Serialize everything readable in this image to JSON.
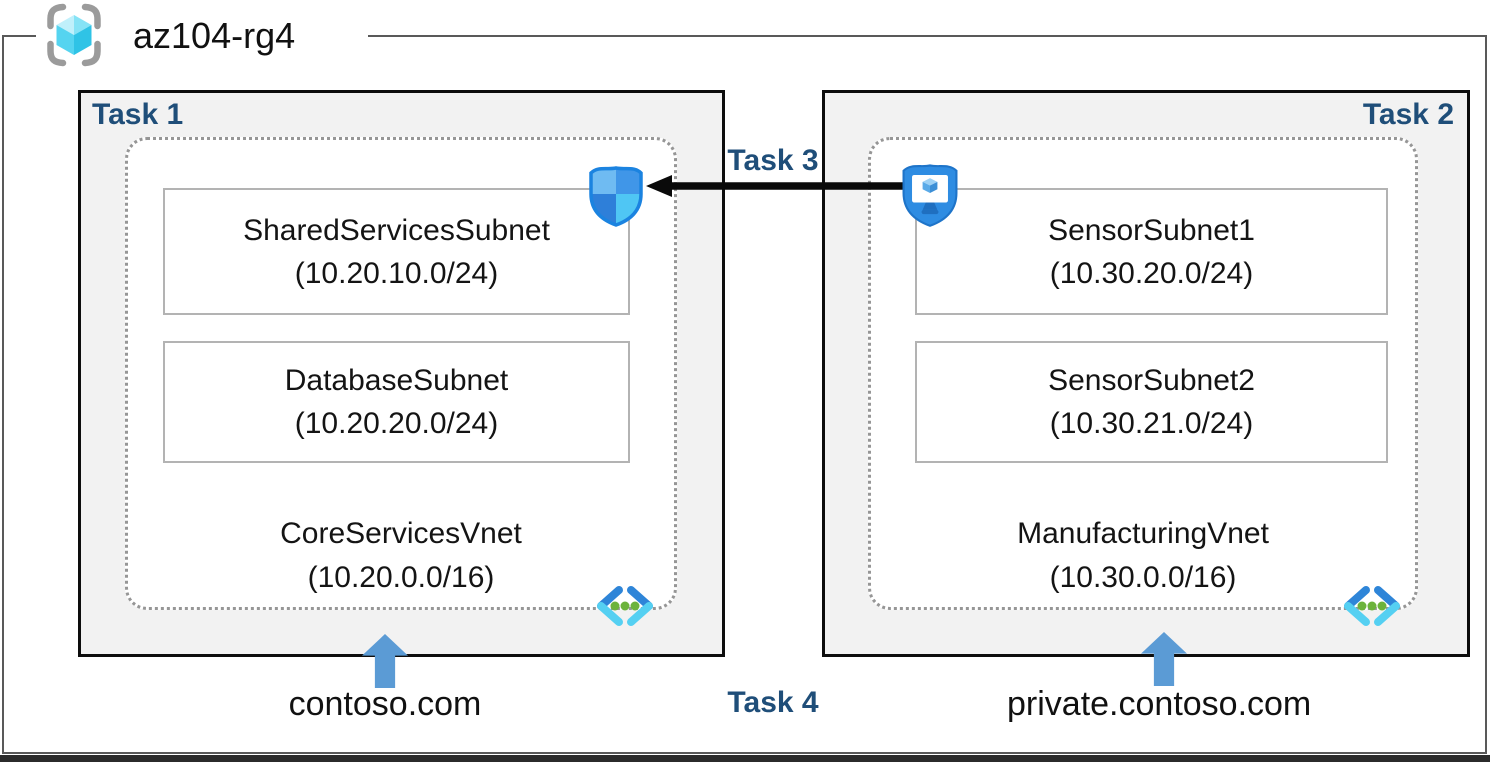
{
  "diagram": {
    "resource_group": {
      "name": "az104-rg4"
    },
    "task_labels": {
      "task1": "Task 1",
      "task2": "Task 2",
      "task3": "Task 3",
      "task4": "Task 4"
    },
    "left": {
      "vnet_name": "CoreServicesVnet",
      "vnet_cidr": "(10.20.0.0/16)",
      "subnets": [
        {
          "name": "SharedServicesSubnet",
          "cidr": "(10.20.10.0/24)"
        },
        {
          "name": "DatabaseSubnet",
          "cidr": "(10.20.20.0/24)"
        }
      ],
      "dns_zone": "contoso.com"
    },
    "right": {
      "vnet_name": "ManufacturingVnet",
      "vnet_cidr": "(10.30.0.0/16)",
      "subnets": [
        {
          "name": "SensorSubnet1",
          "cidr": "(10.30.20.0/24)"
        },
        {
          "name": "SensorSubnet2",
          "cidr": "(10.30.21.0/24)"
        }
      ],
      "dns_zone": "private.contoso.com"
    },
    "icons": {
      "resource_group_icon": "azure-resource-group-brackets-cube",
      "nsg_icon": "network-security-group-shield",
      "bastion_icon": "bastion-shield-monitor",
      "vnet_icon": "virtual-network-chevrons-dots",
      "up_arrow": "dns-zone-up-arrow",
      "peer_arrow": "black-left-arrow"
    },
    "colors": {
      "task_label": "#1f4e79",
      "box_fill": "#f2f2f2",
      "box_border": "#0d0d0d",
      "outer_border": "#595959",
      "dotted_border": "#969696",
      "subnet_border": "#b3b3b3",
      "up_arrow_blue": "#5b9bd5",
      "peer_arrow_black": "#000000",
      "shield_blue": "#2e8ce2",
      "vnet_green_dots": "#6cb33c"
    }
  }
}
